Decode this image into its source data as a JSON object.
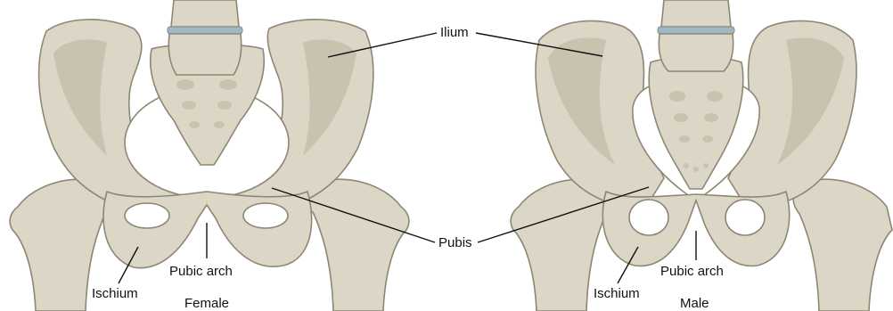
{
  "labels": {
    "ilium": "Ilium",
    "pubis": "Pubis",
    "female_pubic_arch": "Pubic arch",
    "female_ischium": "Ischium",
    "female_caption": "Female",
    "male_pubic_arch": "Pubic arch",
    "male_ischium": "Ischium",
    "male_caption": "Male"
  },
  "colors": {
    "bone": "#dcd6c6",
    "bone_shadow": "#c9c2ae",
    "bone_outline": "#8d8774",
    "disc": "#9fb8c6",
    "leader_line": "#111111"
  }
}
